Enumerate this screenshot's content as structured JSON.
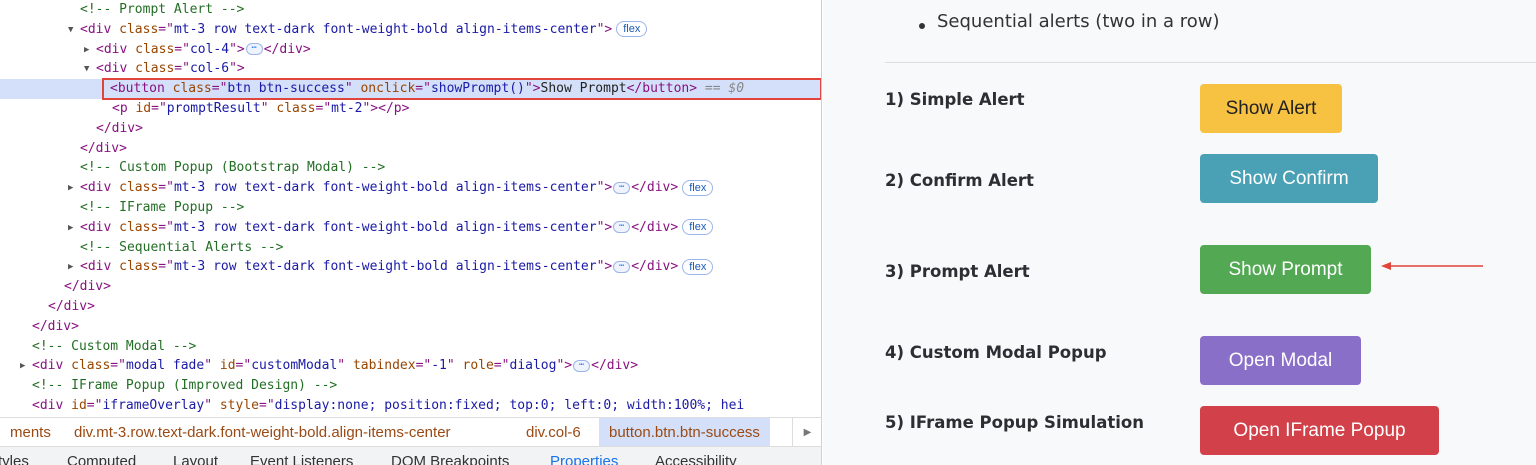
{
  "devtools": {
    "lines": [
      {
        "indent": 5,
        "arrow": "",
        "segs": [
          [
            "cm",
            "<!-- Prompt Alert -->"
          ]
        ]
      },
      {
        "indent": 5,
        "arrow": "down",
        "segs": [
          [
            "tag",
            "<div "
          ],
          [
            "attr",
            "class"
          ],
          [
            "tag",
            "=\""
          ],
          [
            "val",
            "mt-3 row text-dark font-weight-bold align-items-center"
          ],
          [
            "tag",
            "\">"
          ]
        ],
        "badge": "flex"
      },
      {
        "indent": 6,
        "arrow": "right",
        "segs": [
          [
            "tag",
            "<div "
          ],
          [
            "attr",
            "class"
          ],
          [
            "tag",
            "=\""
          ],
          [
            "val",
            "col-4"
          ],
          [
            "tag",
            "\">"
          ],
          [
            "ell",
            ""
          ],
          [
            "tag",
            "</div>"
          ]
        ]
      },
      {
        "indent": 6,
        "arrow": "down",
        "segs": [
          [
            "tag",
            "<div "
          ],
          [
            "attr",
            "class"
          ],
          [
            "tag",
            "=\""
          ],
          [
            "val",
            "col-6"
          ],
          [
            "tag",
            "\">"
          ]
        ]
      },
      {
        "indent": 7,
        "arrow": "",
        "selected": true,
        "segs": [
          [
            "tag",
            "<button "
          ],
          [
            "attr",
            "class"
          ],
          [
            "tag",
            "=\""
          ],
          [
            "val",
            "btn btn-success"
          ],
          [
            "tag",
            "\" "
          ],
          [
            "attr",
            "onclick"
          ],
          [
            "tag",
            "=\""
          ],
          [
            "val",
            "showPrompt()"
          ],
          [
            "tag",
            "\">"
          ],
          [
            "txt",
            "Show Prompt"
          ],
          [
            "tag",
            "</button>"
          ],
          [
            "dim",
            " == $0"
          ]
        ]
      },
      {
        "indent": 7,
        "arrow": "",
        "segs": [
          [
            "tag",
            "<p "
          ],
          [
            "attr",
            "id"
          ],
          [
            "tag",
            "=\""
          ],
          [
            "val",
            "promptResult"
          ],
          [
            "tag",
            "\" "
          ],
          [
            "attr",
            "class"
          ],
          [
            "tag",
            "=\""
          ],
          [
            "val",
            "mt-2"
          ],
          [
            "tag",
            "\"></p>"
          ]
        ]
      },
      {
        "indent": 6,
        "arrow": "",
        "segs": [
          [
            "tag",
            "</div>"
          ]
        ]
      },
      {
        "indent": 5,
        "arrow": "",
        "segs": [
          [
            "tag",
            "</div>"
          ]
        ]
      },
      {
        "indent": 5,
        "arrow": "",
        "segs": [
          [
            "cm",
            "<!-- Custom Popup (Bootstrap Modal) -->"
          ]
        ]
      },
      {
        "indent": 5,
        "arrow": "right",
        "segs": [
          [
            "tag",
            "<div "
          ],
          [
            "attr",
            "class"
          ],
          [
            "tag",
            "=\""
          ],
          [
            "val",
            "mt-3 row text-dark font-weight-bold align-items-center"
          ],
          [
            "tag",
            "\">"
          ],
          [
            "ell",
            ""
          ],
          [
            "tag",
            "</div>"
          ]
        ],
        "badge": "flex"
      },
      {
        "indent": 5,
        "arrow": "",
        "segs": [
          [
            "cm",
            "<!-- IFrame Popup -->"
          ]
        ]
      },
      {
        "indent": 5,
        "arrow": "right",
        "segs": [
          [
            "tag",
            "<div "
          ],
          [
            "attr",
            "class"
          ],
          [
            "tag",
            "=\""
          ],
          [
            "val",
            "mt-3 row text-dark font-weight-bold align-items-center"
          ],
          [
            "tag",
            "\">"
          ],
          [
            "ell",
            ""
          ],
          [
            "tag",
            "</div>"
          ]
        ],
        "badge": "flex"
      },
      {
        "indent": 5,
        "arrow": "",
        "segs": [
          [
            "cm",
            "<!-- Sequential Alerts -->"
          ]
        ]
      },
      {
        "indent": 5,
        "arrow": "right",
        "segs": [
          [
            "tag",
            "<div "
          ],
          [
            "attr",
            "class"
          ],
          [
            "tag",
            "=\""
          ],
          [
            "val",
            "mt-3 row text-dark font-weight-bold align-items-center"
          ],
          [
            "tag",
            "\">"
          ],
          [
            "ell",
            ""
          ],
          [
            "tag",
            "</div>"
          ]
        ],
        "badge": "flex"
      },
      {
        "indent": 4,
        "arrow": "",
        "segs": [
          [
            "tag",
            "</div>"
          ]
        ]
      },
      {
        "indent": 3,
        "arrow": "",
        "segs": [
          [
            "tag",
            "</div>"
          ]
        ]
      },
      {
        "indent": 2,
        "arrow": "",
        "segs": [
          [
            "tag",
            "</div>"
          ]
        ]
      },
      {
        "indent": 2,
        "arrow": "",
        "segs": [
          [
            "cm",
            "<!-- Custom Modal -->"
          ]
        ]
      },
      {
        "indent": 2,
        "arrow": "right",
        "segs": [
          [
            "tag",
            "<div "
          ],
          [
            "attr",
            "class"
          ],
          [
            "tag",
            "=\""
          ],
          [
            "val",
            "modal fade"
          ],
          [
            "tag",
            "\" "
          ],
          [
            "attr",
            "id"
          ],
          [
            "tag",
            "=\""
          ],
          [
            "val",
            "customModal"
          ],
          [
            "tag",
            "\" "
          ],
          [
            "attr",
            "tabindex"
          ],
          [
            "tag",
            "=\""
          ],
          [
            "val",
            "-1"
          ],
          [
            "tag",
            "\" "
          ],
          [
            "attr",
            "role"
          ],
          [
            "tag",
            "=\""
          ],
          [
            "val",
            "dialog"
          ],
          [
            "tag",
            "\">"
          ],
          [
            "ell",
            ""
          ],
          [
            "tag",
            "</div>"
          ]
        ]
      },
      {
        "indent": 2,
        "arrow": "",
        "segs": [
          [
            "cm",
            "<!-- IFrame Popup (Improved Design) -->"
          ]
        ]
      },
      {
        "indent": 2,
        "arrow": "",
        "segs": [
          [
            "tag",
            "<div "
          ],
          [
            "attr",
            "id"
          ],
          [
            "tag",
            "=\""
          ],
          [
            "val",
            "iframeOverlay"
          ],
          [
            "tag",
            "\" "
          ],
          [
            "attr",
            "style"
          ],
          [
            "tag",
            "=\""
          ],
          [
            "val",
            "display:none; position:fixed; top:0; left:0; width:100%; hei"
          ]
        ]
      }
    ],
    "breadcrumbs": [
      "ments",
      "div.mt-3.row.text-dark.font-weight-bold.align-items-center",
      "div.col-6",
      "button.btn.btn-success"
    ],
    "panel_tabs": [
      "Styles",
      "Computed",
      "Layout",
      "Event Listeners",
      "DOM Breakpoints",
      "Properties",
      "Accessibility"
    ],
    "active_panel_tab": "Properties"
  },
  "page": {
    "bullet": "Sequential alerts (two in a row)",
    "rows": [
      {
        "label": "1) Simple Alert",
        "button": "Show Alert",
        "color": "#f7c242",
        "text_color": "#222222"
      },
      {
        "label": "2) Confirm Alert",
        "button": "Show Confirm",
        "color": "#4aa0b5",
        "text_color": "#ffffff"
      },
      {
        "label": "3) Prompt Alert",
        "button": "Show Prompt",
        "color": "#52a853",
        "text_color": "#ffffff"
      },
      {
        "label": "4) Custom Modal Popup",
        "button": "Open Modal",
        "color": "#8a6fc8",
        "text_color": "#ffffff"
      },
      {
        "label": "5) IFrame Popup Simulation",
        "button": "Open IFrame Popup",
        "color": "#d2414a",
        "text_color": "#ffffff"
      }
    ],
    "annotation_color": "#e0443a"
  }
}
